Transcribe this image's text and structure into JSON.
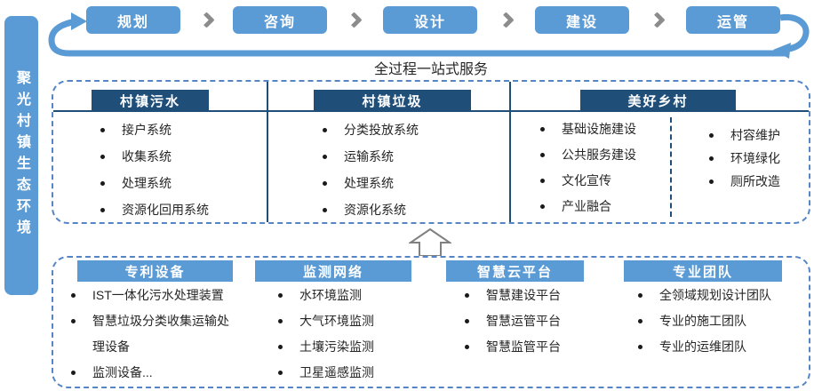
{
  "sidebar": {
    "label": "聚光村镇生态环境"
  },
  "flow": {
    "steps": [
      "规划",
      "咨询",
      "设计",
      "建设",
      "运管"
    ],
    "subtitle": "全过程一站式服务"
  },
  "services": {
    "columns": [
      {
        "header": "村镇污水",
        "items": [
          "接户系统",
          "收集系统",
          "处理系统",
          "资源化回用系统"
        ]
      },
      {
        "header": "村镇垃圾",
        "items": [
          "分类投放系统",
          "运输系统",
          "处理系统",
          "资源化系统"
        ]
      },
      {
        "header": "美好乡村",
        "items_left": [
          "基础设施建设",
          "公共服务建设",
          "文化宣传",
          "产业融合"
        ],
        "items_right": [
          "村容维护",
          "环境绿化",
          "厕所改造"
        ]
      }
    ]
  },
  "capabilities": {
    "columns": [
      {
        "header": "专利设备",
        "items": [
          "IST一体化污水处理装置",
          "智慧垃圾分类收集运输处理设备",
          "监测设备..."
        ]
      },
      {
        "header": "监测网络",
        "items": [
          "水环境监测",
          "大气环境监测",
          "土壤污染监测",
          "卫星遥感监测"
        ]
      },
      {
        "header": "智慧云平台",
        "items": [
          "智慧建设平台",
          "智慧运管平台",
          "智慧监管平台"
        ]
      },
      {
        "header": "专业团队",
        "items": [
          "全领域规划设计团队",
          "专业的施工团队",
          "专业的运维团队"
        ]
      }
    ]
  },
  "colors": {
    "accent_blue": "#5B9BD5",
    "navy": "#1F4E79",
    "dashed_border": "#5585C5",
    "chevron_gray": "#8C8C8C",
    "text": "#262626"
  }
}
